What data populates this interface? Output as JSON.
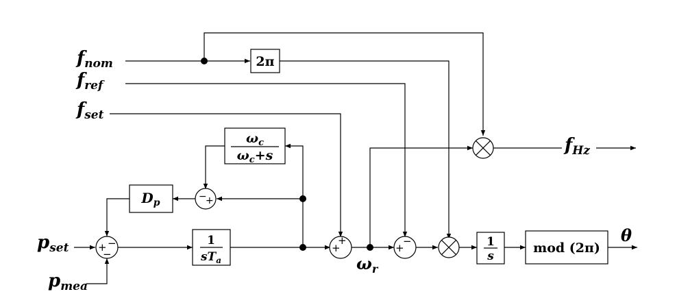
{
  "signals": {
    "f_nom": {
      "base": "f",
      "sub": "nom"
    },
    "f_ref": {
      "base": "f",
      "sub": "ref"
    },
    "f_set": {
      "base": "f",
      "sub": "set"
    },
    "f_hz": {
      "base": "f",
      "sub": "Hz"
    },
    "p_set": {
      "base": "p",
      "sub": "set"
    },
    "p_mea": {
      "base": "p",
      "sub": "mea"
    },
    "omega_r": {
      "base": "ω",
      "sub": "r"
    },
    "theta": "θ"
  },
  "blocks": {
    "two_pi": "2π",
    "lpf_num": {
      "base": "ω",
      "sub": "c"
    },
    "lpf_den": {
      "base": "ω",
      "sub": "c",
      "rest": "+s"
    },
    "droop": {
      "base": "D",
      "sub": "p"
    },
    "integrator_ta_num": "1",
    "integrator_ta_den": {
      "base": "sT",
      "sub": "a"
    },
    "integrator_num": "1",
    "integrator_den": "s",
    "mod": "mod (2π)"
  },
  "signs": {
    "plus": "+",
    "minus": "−"
  }
}
